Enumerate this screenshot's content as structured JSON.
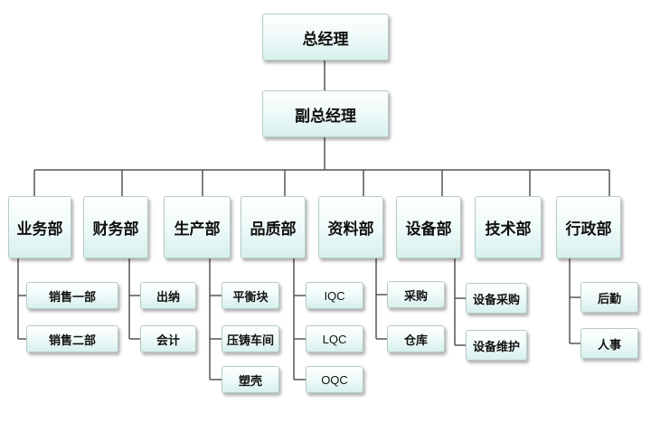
{
  "chart": {
    "root": "总经理",
    "deputy": "副总经理",
    "departments": [
      {
        "label": "业务部",
        "subs": [
          "销售一部",
          "销售二部"
        ]
      },
      {
        "label": "财务部",
        "subs": [
          "出纳",
          "会计"
        ]
      },
      {
        "label": "生产部",
        "subs": [
          "平衡块",
          "压铸车间",
          "塑壳"
        ]
      },
      {
        "label": "品质部",
        "subs": [
          "IQC",
          "LQC",
          "OQC"
        ]
      },
      {
        "label": "资料部",
        "subs": [
          "采购",
          "仓库"
        ]
      },
      {
        "label": "设备部",
        "subs": [
          "设备采购",
          "设备维护"
        ]
      },
      {
        "label": "技术部",
        "subs": []
      },
      {
        "label": "行政部",
        "subs": [
          "后勤",
          "人事"
        ]
      }
    ]
  }
}
